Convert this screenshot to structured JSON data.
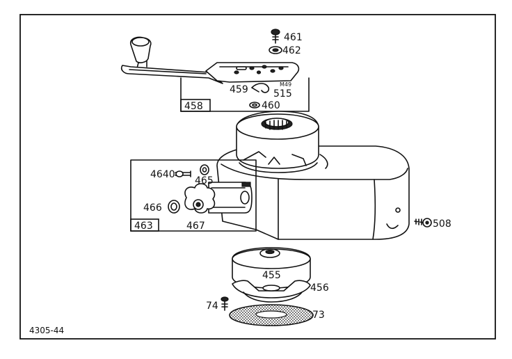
{
  "labels": {
    "p461": "461",
    "p462": "462",
    "p458": "458",
    "p459": "459",
    "p515": "515",
    "p460": "460",
    "p4640": "4640",
    "p465": "465",
    "p466": "466",
    "p463": "463",
    "p467": "467",
    "p508": "508",
    "p455": "455",
    "p456": "456",
    "p74": "74",
    "p73": "73",
    "tiny515": "M49",
    "drawing_id": "4305-44"
  }
}
